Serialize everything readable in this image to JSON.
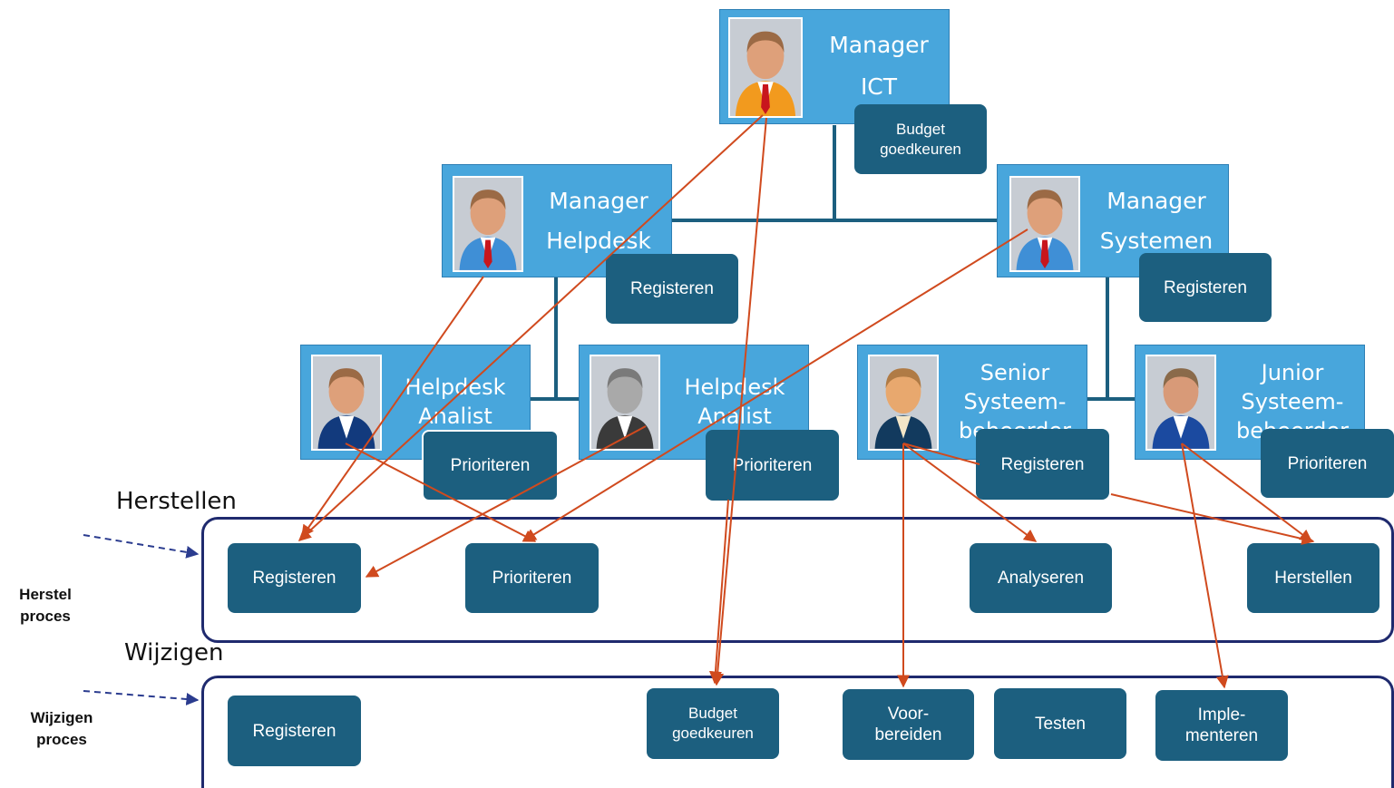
{
  "roles": {
    "manager_ict": {
      "line1": "Manager",
      "line2": "ICT"
    },
    "manager_helpdesk": {
      "line1": "Manager",
      "line2": "Helpdesk"
    },
    "manager_systemen": {
      "line1": "Manager",
      "line2": "Systemen"
    },
    "helpdesk_analist_1": {
      "line1": "Helpdesk",
      "line2": "Analist"
    },
    "helpdesk_analist_2": {
      "line1": "Helpdesk",
      "line2": "Analist"
    },
    "senior_beheerder": {
      "line1": "Senior",
      "line2": "Systeem-",
      "line3": "beheerder"
    },
    "junior_beheerder": {
      "line1": "Junior",
      "line2": "Systeem-",
      "line3": "beheerder"
    }
  },
  "role_tasks": {
    "manager_ict": {
      "line1": "Budget",
      "line2": "goedkeuren"
    },
    "manager_helpdesk": "Registeren",
    "manager_systemen": "Registeren",
    "helpdesk_analist_1": "Prioriteren",
    "helpdesk_analist_2": "Prioriteren",
    "senior_beheerder": "Registeren",
    "junior_beheerder": "Prioriteren"
  },
  "herstellen": {
    "title": "Herstellen",
    "side_label_line1": "Herstel",
    "side_label_line2": "proces",
    "steps": [
      "Registeren",
      "Prioriteren",
      "Analyseren",
      "Herstellen"
    ]
  },
  "wijzigen": {
    "title": "Wijzigen",
    "side_label_line1": "Wijzigen",
    "side_label_line2": "proces",
    "steps": [
      {
        "line1": "Registeren",
        "line2": ""
      },
      {
        "line1": "Budget",
        "line2": "goedkeuren"
      },
      {
        "line1": "Voor-",
        "line2": "bereiden"
      },
      {
        "line1": "Testen",
        "line2": ""
      },
      {
        "line1": "Imple-",
        "line2": "menteren"
      }
    ]
  },
  "colors": {
    "role_box": "#48a6dc",
    "task_box": "#1c5f7f",
    "connector": "#1c5f7f",
    "arrow": "#d04a1e",
    "frame": "#1f2a6e",
    "pointer": "#2b3c8f"
  },
  "icons": [
    "person-icon",
    "arrowhead-icon"
  ]
}
